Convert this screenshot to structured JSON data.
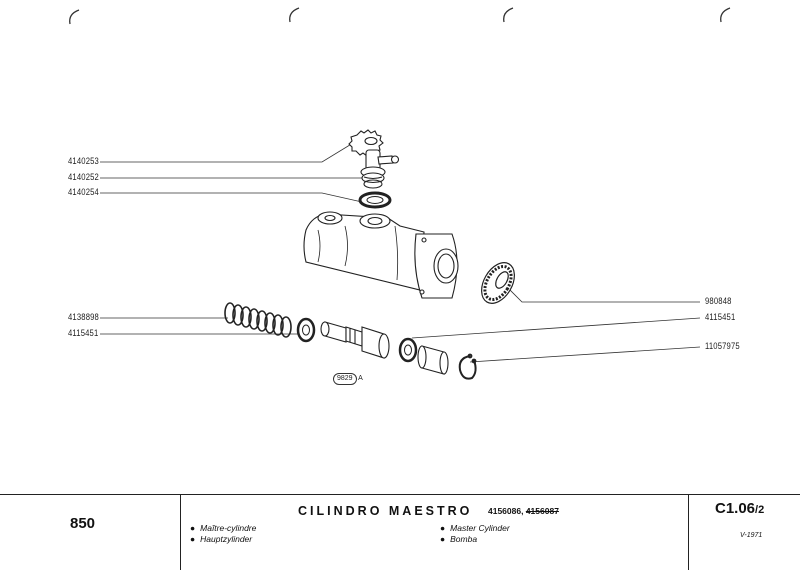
{
  "diagram": {
    "callouts_left": [
      {
        "part_number": "4140253"
      },
      {
        "part_number": "4140252"
      },
      {
        "part_number": "4140254"
      },
      {
        "part_number": "4138898"
      },
      {
        "part_number": "4115451"
      }
    ],
    "callouts_right": [
      {
        "part_number": "980848"
      },
      {
        "part_number": "4115451"
      },
      {
        "part_number": "11057975"
      }
    ],
    "reference_badge": {
      "number": "9829",
      "suffix": "A"
    }
  },
  "title_block": {
    "model": "850",
    "title": "CILINDRO MAESTRO",
    "codes_active": "4156086,",
    "codes_struck": "4156087",
    "languages": {
      "french": "Maître-cylindre",
      "german": "Hauptzylinder",
      "english": "Master Cylinder",
      "spanish": "Bomba"
    },
    "page_code": "C1.06",
    "page_sub": "/2",
    "date": "V-1971"
  }
}
